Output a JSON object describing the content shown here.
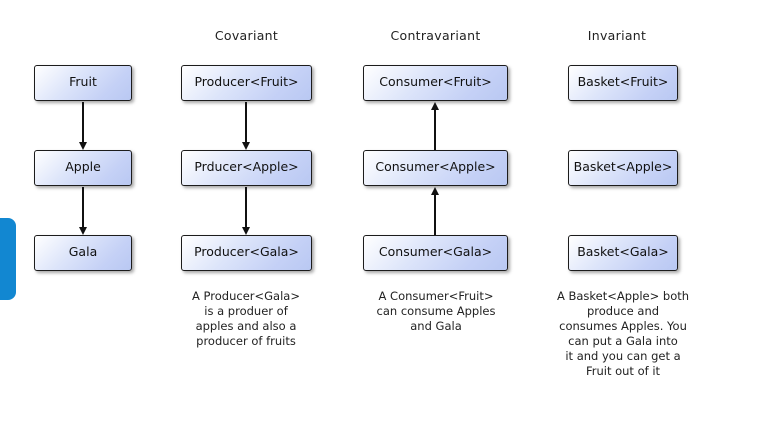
{
  "accent_tab": {
    "color": "#1287d1"
  },
  "box_style": {
    "fill_top_left": "#ffffff",
    "fill_bottom_right": "#b9c8f2",
    "border": "#1c1c1c",
    "arrow": "#111111"
  },
  "columns": [
    {
      "header": "",
      "boxes": [
        "Fruit",
        "Apple",
        "Gala"
      ],
      "arrow_direction": "down",
      "caption": ""
    },
    {
      "header": "Covariant",
      "boxes": [
        "Producer<Fruit>",
        "Prducer<Apple>",
        "Producer<Gala>"
      ],
      "arrow_direction": "down",
      "caption": "A Producer<Gala>\nis a produer of\napples and also a\nproducer of fruits"
    },
    {
      "header": "Contravariant",
      "boxes": [
        "Consumer<Fruit>",
        "Consumer<Apple>",
        "Consumer<Gala>"
      ],
      "arrow_direction": "up",
      "caption": "A Consumer<Fruit>\ncan consume Apples\nand Gala"
    },
    {
      "header": "Invariant",
      "boxes": [
        "Basket<Fruit>",
        "Basket<Apple>",
        "Basket<Gala>"
      ],
      "arrow_direction": "none",
      "caption": "A Basket<Apple> both\nproduce and\nconsumes Apples. You\ncan put a Gala into\nit and you can get a\nFruit out of it"
    }
  ]
}
